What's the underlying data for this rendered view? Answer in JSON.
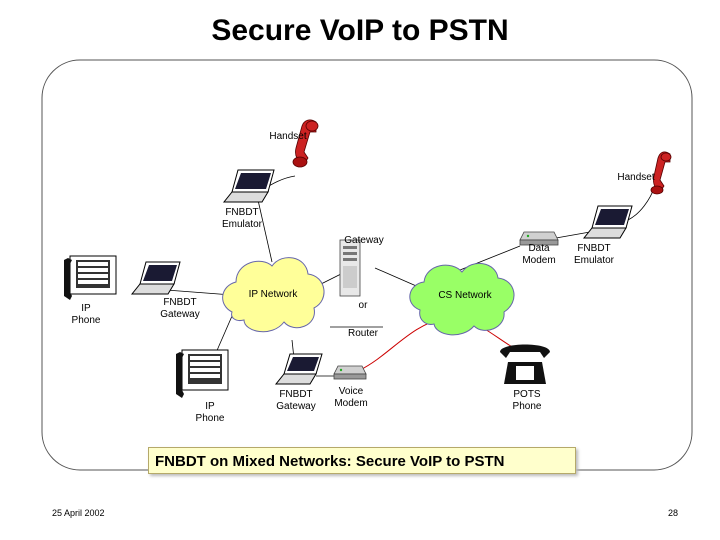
{
  "slide": {
    "title": "Secure VoIP to PSTN",
    "date": "25 April 2002",
    "page_number": "28"
  },
  "labels": {
    "handset_top": "Handset",
    "handset_right": "Handset",
    "fnbdt_emulator_left": "FNBDT\nEmulator",
    "gateway": "Gateway",
    "data_modem": "Data\nModem",
    "fnbdt_emulator_right": "FNBDT\nEmulator",
    "ip_phone_left": "IP\nPhone",
    "fnbdt_gateway_left": "FNBDT\nGateway",
    "ip_network": "IP Network",
    "cs_network": "CS Network",
    "or": "or",
    "router": "Router",
    "ip_phone_bottom": "IP\nPhone",
    "fnbdt_gateway_bottom": "FNBDT\nGateway",
    "voice_modem": "Voice\nModem",
    "pots_phone": "POTS\nPhone"
  },
  "caption": "FNBDT on Mixed Networks: Secure VoIP to PSTN",
  "colors": {
    "ip_cloud": "#ffff99",
    "cs_cloud": "#99ff66",
    "cloud_border": "#6666aa",
    "red_line": "#cc0000",
    "caption_bg": "#ffffcc"
  }
}
